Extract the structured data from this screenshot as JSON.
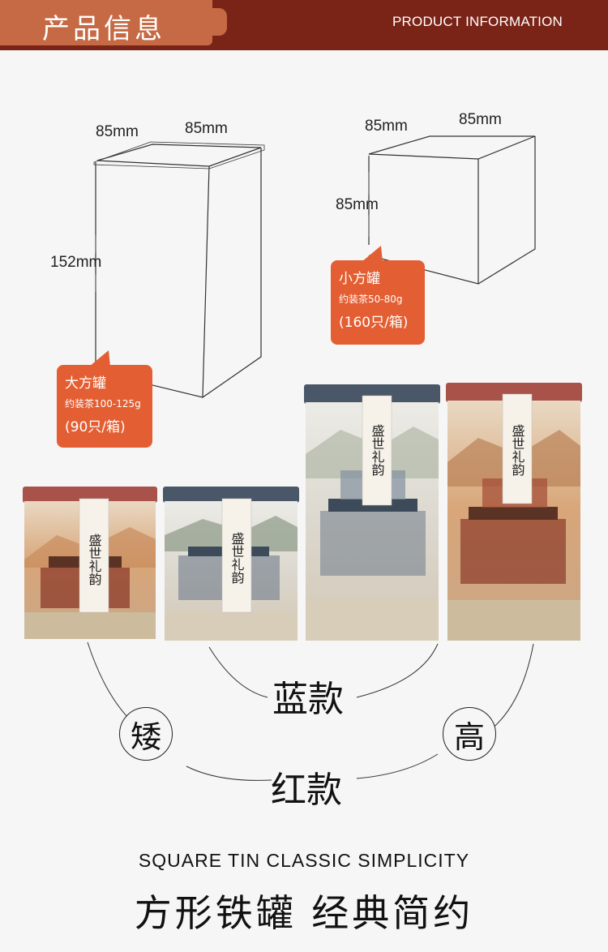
{
  "header": {
    "title_cn": "产品信息",
    "title_en": "PRODUCT INFORMATION"
  },
  "large_tin": {
    "width_label": "85mm",
    "depth_label": "85mm",
    "height_label": "152mm",
    "callout": {
      "name": "大方罐",
      "capacity": "约装茶100-125g",
      "pack": "(90只/箱)"
    }
  },
  "small_tin": {
    "width_label": "85mm",
    "depth_label": "85mm",
    "height_label": "85mm",
    "callout": {
      "name": "小方罐",
      "capacity": "约装茶50-80g",
      "pack": "(160只/箱)"
    }
  },
  "tin_label": "盛世礼韵",
  "styles": {
    "blue": "蓝款",
    "red": "红款",
    "short": "矮",
    "tall": "高"
  },
  "footer": {
    "en": "SQUARE TIN CLASSIC SIMPLICITY",
    "cn": "方形铁罐 经典简约"
  },
  "colors": {
    "header": "#7a2418",
    "tab": "#c56a44",
    "callout": "#e35f33",
    "red_lid": "#a8524a",
    "blue_lid": "#4a5768"
  }
}
